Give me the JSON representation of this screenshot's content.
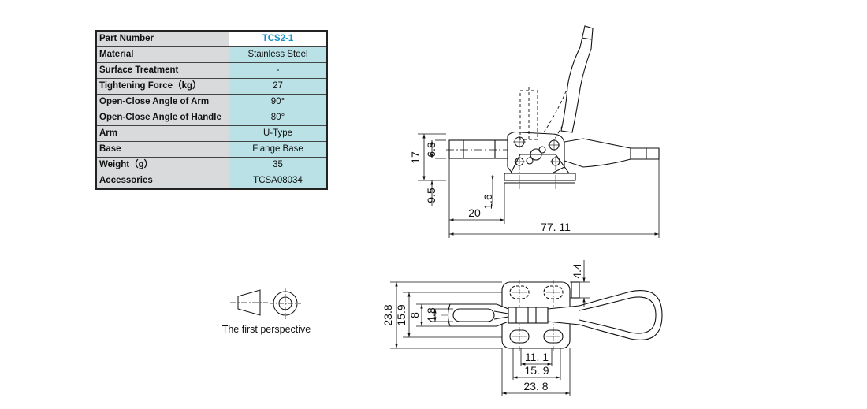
{
  "spec_table": {
    "rows": [
      {
        "label": "Part Number",
        "value": "TCS2-1"
      },
      {
        "label": "Material",
        "value": "Stainless Steel"
      },
      {
        "label": "Surface Treatment",
        "value": "-"
      },
      {
        "label": "Tightening Force（kg）",
        "value": "27"
      },
      {
        "label": "Open-Close Angle of Arm",
        "value": "90°"
      },
      {
        "label": "Open-Close Angle of Handle",
        "value": "80°"
      },
      {
        "label": "Arm",
        "value": "U-Type"
      },
      {
        "label": "Base",
        "value": "Flange Base"
      },
      {
        "label": "Weight（g）",
        "value": "35"
      },
      {
        "label": "Accessories",
        "value": "TCSA08034"
      }
    ]
  },
  "projection": {
    "caption": "The first perspective"
  },
  "side_view": {
    "dims": {
      "overall_height": "17",
      "arm_height": "6.8",
      "base_height": "9.5",
      "base_thickness": "1.6",
      "arm_length": "20",
      "overall_length": "77. 11"
    }
  },
  "top_view": {
    "dims": {
      "slot_offset": "4.4",
      "overall_width": "23.8",
      "hole_width": "15.9",
      "arm_width": "8",
      "slot_width": "4.8",
      "hole_spacing_inner": "11. 1",
      "hole_spacing": "15. 9",
      "base_length": "23. 8"
    }
  },
  "colors": {
    "label_bg": "#d9dadb",
    "value_bg": "#b9e1e6",
    "part_number_color": "#1593c9"
  }
}
